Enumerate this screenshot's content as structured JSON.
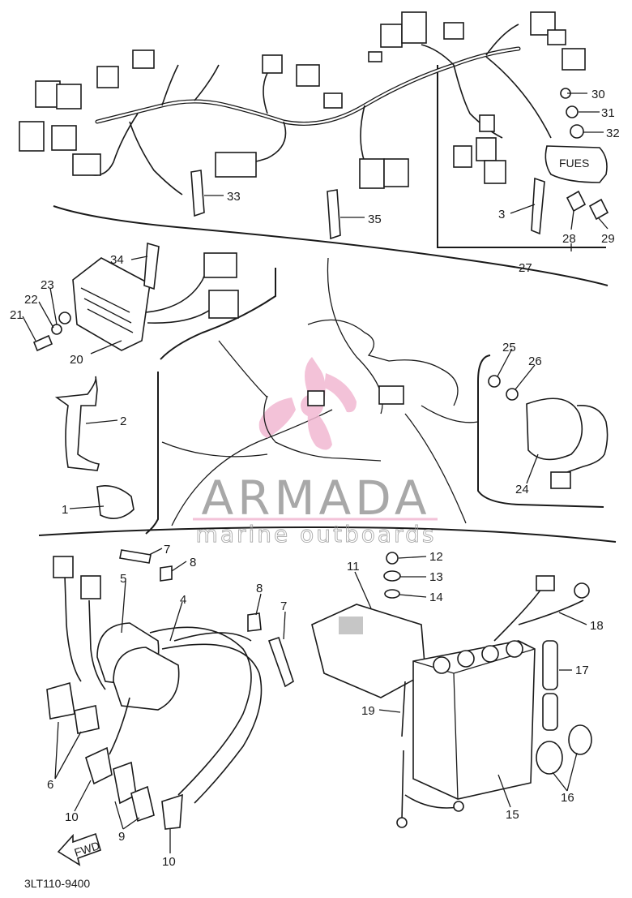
{
  "diagram": {
    "drawing_code": "3LT110-9400",
    "direction_label": "FWD",
    "fuse_label": "FUES",
    "callouts": [
      {
        "id": "30",
        "label": "30"
      },
      {
        "id": "31",
        "label": "31"
      },
      {
        "id": "32",
        "label": "32"
      },
      {
        "id": "33",
        "label": "33"
      },
      {
        "id": "35",
        "label": "35"
      },
      {
        "id": "3",
        "label": "3"
      },
      {
        "id": "28",
        "label": "28"
      },
      {
        "id": "29",
        "label": "29"
      },
      {
        "id": "27",
        "label": "27"
      },
      {
        "id": "34",
        "label": "34"
      },
      {
        "id": "23",
        "label": "23"
      },
      {
        "id": "22",
        "label": "22"
      },
      {
        "id": "21",
        "label": "21"
      },
      {
        "id": "20",
        "label": "20"
      },
      {
        "id": "25",
        "label": "25"
      },
      {
        "id": "26",
        "label": "26"
      },
      {
        "id": "24",
        "label": "24"
      },
      {
        "id": "2",
        "label": "2"
      },
      {
        "id": "1",
        "label": "1"
      },
      {
        "id": "7a",
        "label": "7"
      },
      {
        "id": "8a",
        "label": "8"
      },
      {
        "id": "5",
        "label": "5"
      },
      {
        "id": "4",
        "label": "4"
      },
      {
        "id": "8b",
        "label": "8"
      },
      {
        "id": "7b",
        "label": "7"
      },
      {
        "id": "11",
        "label": "11"
      },
      {
        "id": "12",
        "label": "12"
      },
      {
        "id": "13",
        "label": "13"
      },
      {
        "id": "14",
        "label": "14"
      },
      {
        "id": "18",
        "label": "18"
      },
      {
        "id": "17",
        "label": "17"
      },
      {
        "id": "19",
        "label": "19"
      },
      {
        "id": "6",
        "label": "6"
      },
      {
        "id": "10a",
        "label": "10"
      },
      {
        "id": "9",
        "label": "9"
      },
      {
        "id": "10b",
        "label": "10"
      },
      {
        "id": "15",
        "label": "15"
      },
      {
        "id": "16",
        "label": "16"
      }
    ]
  },
  "watermark": {
    "brand": "ARMADA",
    "tagline": "marine outboards",
    "colors": {
      "brand_pink": "#f2b8d2",
      "text_gray": "#9a9a9a"
    }
  }
}
